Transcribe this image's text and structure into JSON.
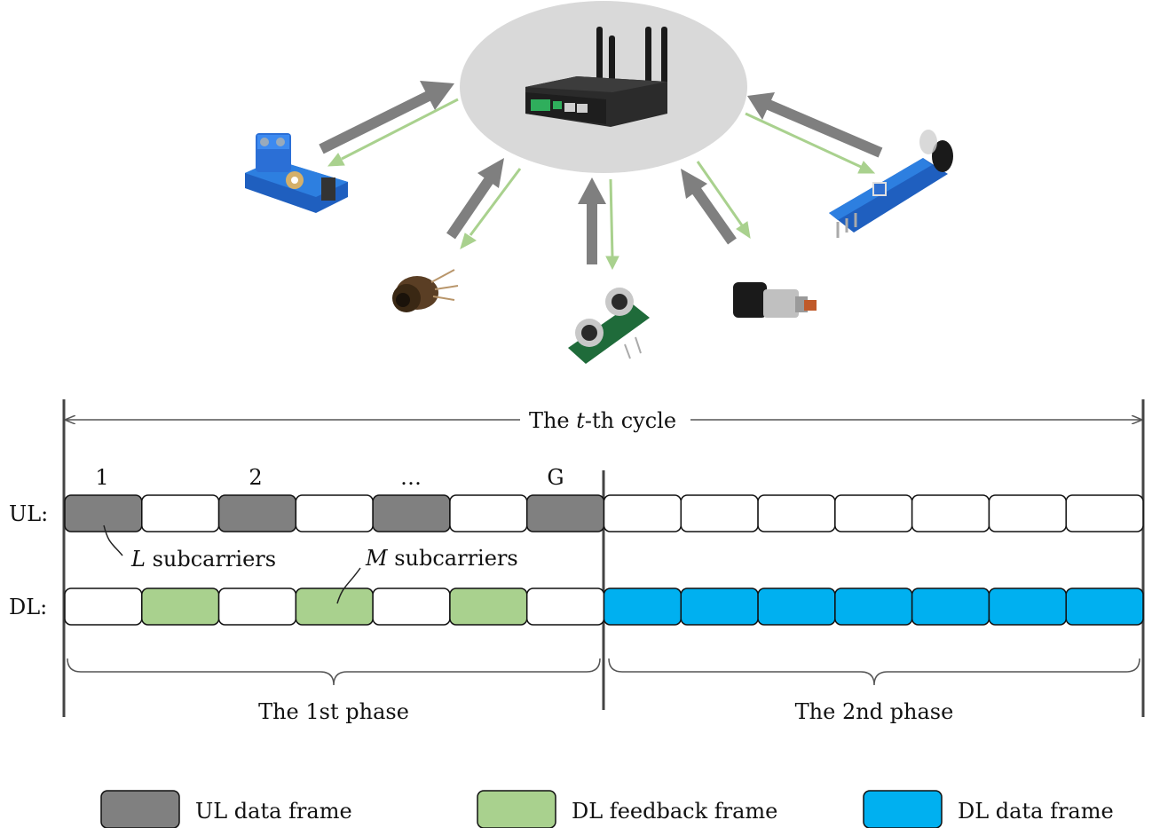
{
  "cycle": {
    "label_pre": "The ",
    "label_var": "t",
    "label_post": "-th cycle"
  },
  "rows": {
    "ul_label": "UL:",
    "dl_label": "DL:",
    "frames_per_row": 14,
    "ul_pattern": [
      "ul",
      "empty",
      "ul",
      "empty",
      "ul",
      "empty",
      "ul",
      "empty",
      "empty",
      "empty",
      "empty",
      "empty",
      "empty",
      "empty"
    ],
    "dl_pattern": [
      "empty",
      "fb",
      "empty",
      "fb",
      "empty",
      "fb",
      "empty",
      "dl",
      "dl",
      "dl",
      "dl",
      "dl",
      "dl",
      "dl"
    ]
  },
  "group_labels": [
    "1",
    "2",
    "…",
    "G"
  ],
  "annotations": {
    "l_var": "L",
    "l_text": " subcarriers",
    "m_var": "M",
    "m_text": " subcarriers"
  },
  "phases": {
    "first": "The 1st phase",
    "second": "The 2nd phase"
  },
  "legend": [
    {
      "key": "ul",
      "label": "UL data frame"
    },
    {
      "key": "fb",
      "label": "DL feedback frame"
    },
    {
      "key": "dl",
      "label": "DL data frame"
    }
  ],
  "colors": {
    "ul": "#808080",
    "fb": "#a9d18e",
    "dl": "#00b0f0",
    "empty": "#ffffff",
    "uplink_arrow": "#7f7f7f",
    "downlink_arrow": "#a9d18e",
    "gateway_ellipse": "#d9d9d9"
  },
  "devices": [
    "router-gateway",
    "voltage-sensor",
    "laser-diode",
    "ultrasonic-sensor",
    "pressure-sensor",
    "infrared-sensor"
  ]
}
